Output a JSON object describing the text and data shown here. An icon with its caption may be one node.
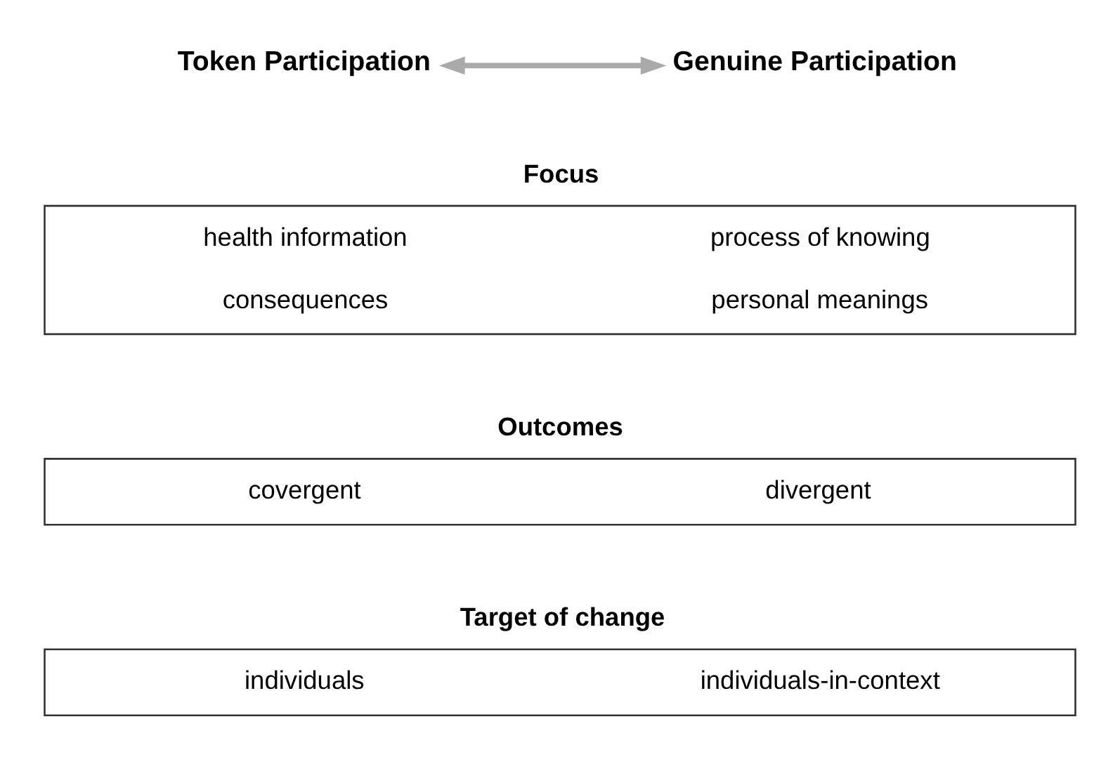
{
  "diagram": {
    "nodes": [
      {
        "text": [
          "Token Participation"
        ]
      },
      {
        "text": [
          "Genuine Participation"
        ]
      },
      {
        "text": [
          "Focus",
          "health information",
          "process of knowing",
          "consequences",
          "personal meanings"
        ]
      },
      {
        "text": [
          "Outcomes",
          "covergent",
          "divergent"
        ]
      },
      {
        "text": [
          "Target of change",
          "individuals",
          "individuals-in-context"
        ]
      }
    ],
    "edges": [
      {
        "from": 0,
        "to": 1,
        "arrow": "both",
        "color": "#aaaaaa"
      }
    ]
  }
}
